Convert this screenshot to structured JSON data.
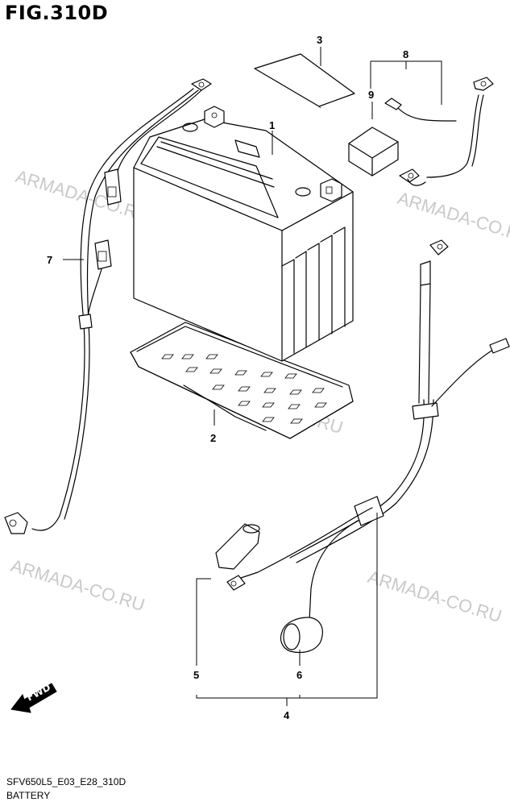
{
  "figure": {
    "title": "FIG.310D"
  },
  "footer": {
    "code": "SFV650L5_E03_E28_310D",
    "name": "BATTERY"
  },
  "watermarks": [
    "ARMADA-CO.RU",
    "ARMADA-CO.RU",
    "ARMADA-CO.RU",
    "ARMADA-CO.RU",
    "ARMADA-CO.RU"
  ],
  "callouts": [
    "1",
    "2",
    "3",
    "4",
    "5",
    "6",
    "7",
    "8",
    "9"
  ],
  "fwd": {
    "label": "FWD"
  }
}
